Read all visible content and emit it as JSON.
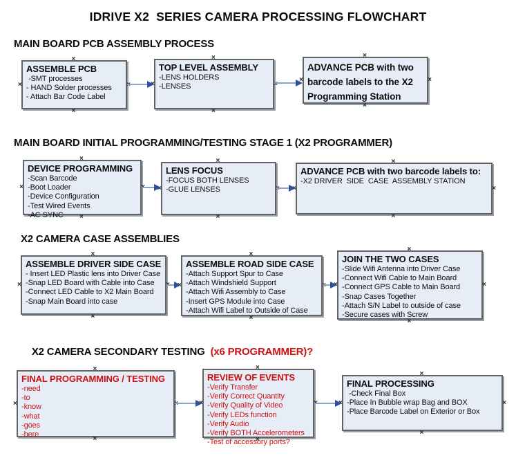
{
  "title": "IDRIVE X2  SERIES CAMERA PROCESSING FLOWCHART",
  "colors": {
    "red": "#cc1111",
    "box_fill": "#e7edf7",
    "box_border": "#636363",
    "box_shadow": "#9aa0a8",
    "arrow_line": "#8ea3c6",
    "arrow_head": "#2f4f9b",
    "handle": "#2a2a2a"
  },
  "sections": [
    {
      "heading": "MAIN BOARD PCB ASSEMBLY PROCESS",
      "boxes": [
        {
          "title": "ASSEMBLE PCB",
          "items": [
            " -SMT processes",
            "- HAND Solder processes",
            "- Attach Bar Code Label"
          ]
        },
        {
          "title": "TOP LEVEL ASSEMBLY",
          "items": [
            "-LENS HOLDERS",
            "-LENSES"
          ]
        },
        {
          "title": "ADVANCE PCB with two barcode labels to the X2 Programming Station",
          "items": []
        }
      ]
    },
    {
      "heading": "MAIN BOARD INITIAL PROGRAMMING/TESTING STAGE 1 (X2 PROGRAMMER)",
      "boxes": [
        {
          "title": "DEVICE PROGRAMMING",
          "items": [
            "-Scan Barcode",
            "-Boot Loader",
            "-Device Configuration",
            "-Test Wired Events",
            "-AC SYNC"
          ]
        },
        {
          "title": "LENS FOCUS",
          "items": [
            "-FOCUS BOTH LENSES",
            "-GLUE LENSES"
          ]
        },
        {
          "title": "ADVANCE PCB with two barcode labels to:",
          "items": [
            "-X2 DRIVER  SIDE  CASE  ASSEMBLY STATION"
          ]
        }
      ]
    },
    {
      "heading": "X2 CAMERA CASE ASSEMBLIES",
      "boxes": [
        {
          "title": "ASSEMBLE DRIVER SIDE CASE",
          "items": [
            "- Insert LED Plastic lens into Driver Case",
            "-Snap LED Board with Cable into Case",
            "-Connect LED Cable to X2 Main Board",
            "-Snap Main Board into case"
          ]
        },
        {
          "title": "ASSEMBLE ROAD SIDE CASE",
          "items": [
            "-Attach Support Spur to Case",
            "-Attach Windshield Support",
            "-Attach Wifi Assembly to Case",
            "-Insert GPS Module into Case",
            "-Attach Wifi Label to Outside of Case"
          ]
        },
        {
          "title": "JOIN THE TWO CASES",
          "items": [
            "-Slide Wifi Antenna into Driver Case",
            "-Connect Wifi Cable to Main Board",
            "-Connect GPS Cable to Main Board",
            "-Snap Cases Together",
            "-Attach S/N Label to outside of case",
            "-Secure cases with Screw"
          ]
        }
      ]
    },
    {
      "heading": "X2 CAMERA SECONDARY TESTING  ",
      "heading_red": "(x6 PROGRAMMER)?",
      "boxes": [
        {
          "title": "FINAL PROGRAMMING / TESTING",
          "red": true,
          "items": [
            "-need",
            "-to",
            "-know",
            "-what",
            "-goes",
            "-here"
          ]
        },
        {
          "title": "REVIEW OF EVENTS",
          "red": true,
          "items": [
            "-Verify Transfer",
            "-Verify Correct Quantity",
            "-Verify Quality of Video",
            "-Verify LEDs function",
            "-Verify Audio",
            "-Verify BOTH Accelerometers",
            "-Test of accessory ports?"
          ]
        },
        {
          "title": "FINAL PROCESSING",
          "items": [
            " -Check Final Box",
            "-Place In Bubble wrap Bag and BOX",
            "-Place Barcode Label on Exterior or Box"
          ]
        }
      ]
    }
  ]
}
